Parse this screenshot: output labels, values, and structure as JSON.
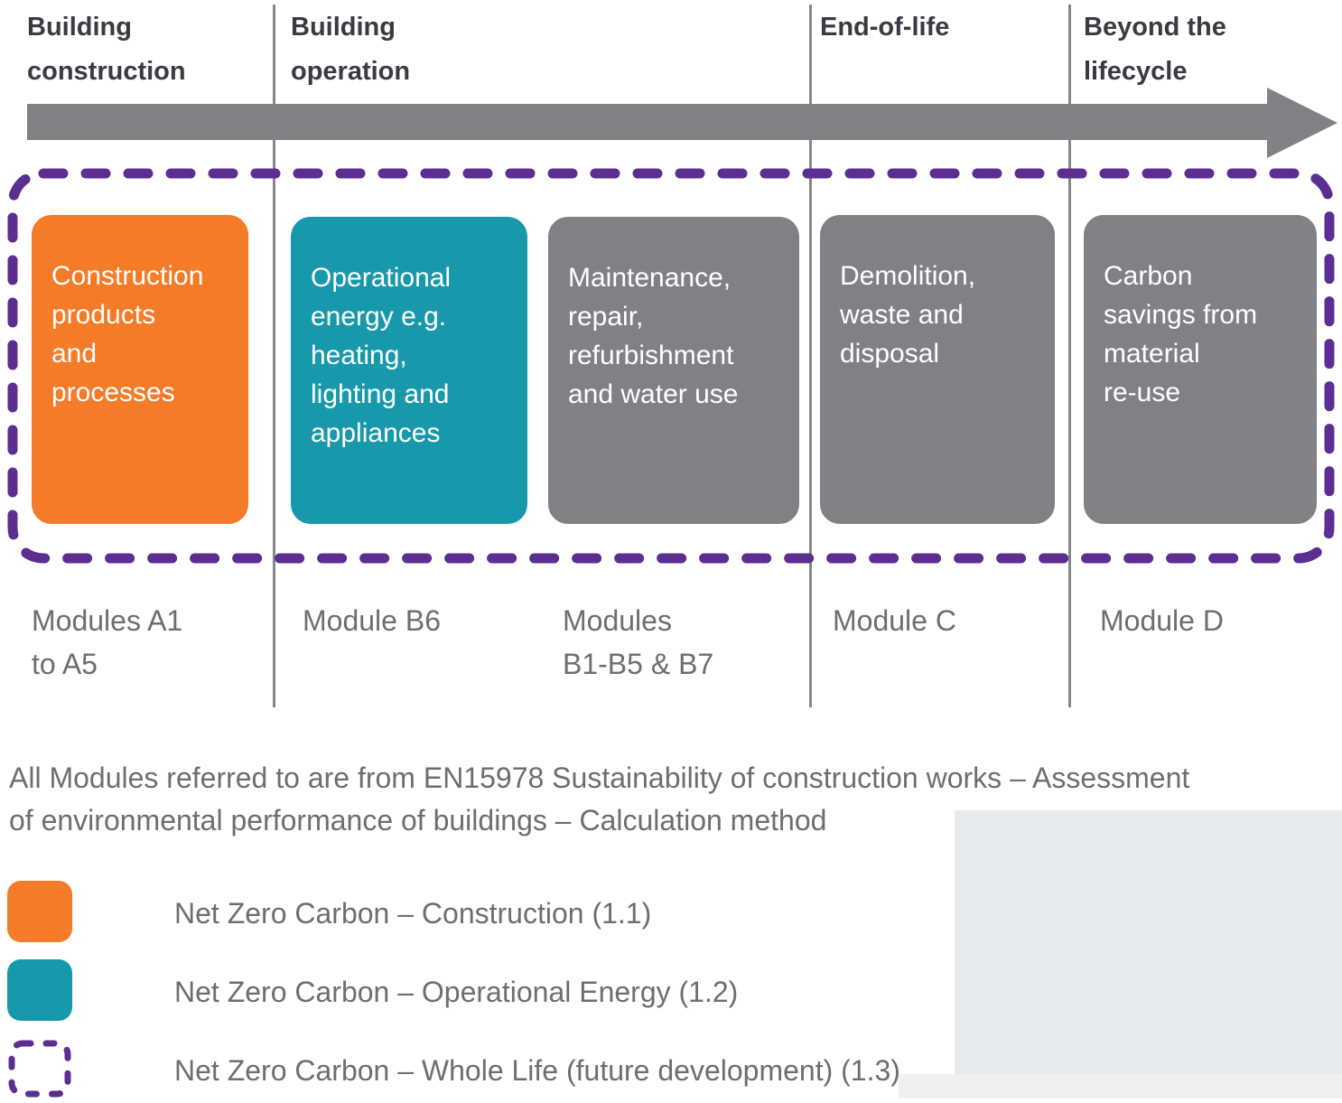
{
  "colors": {
    "construction_orange": "#F47B28",
    "operational_teal": "#1899AB",
    "card_gray": "#7F8185",
    "whole_life_purple": "#5C2E91",
    "arrow_gray": "#808285",
    "divider_gray": "#85878B",
    "header_text": "#3A3A42",
    "body_text": "#6D6E71",
    "card_text": "#FFFFFF"
  },
  "timeline": {
    "headers": [
      {
        "label": "Building\nconstruction"
      },
      {
        "label": "Building\noperation"
      },
      {
        "label": "End-of-life"
      },
      {
        "label": "Beyond the\nlifecycle"
      }
    ],
    "arrow": "right-arrow"
  },
  "cards": [
    {
      "text": "Construction\nproducts\nand\nprocesses",
      "color": "construction_orange"
    },
    {
      "text": "Operational\nenergy e.g.\nheating,\nlighting and\nappliances",
      "color": "operational_teal"
    },
    {
      "text": "Maintenance,\nrepair,\nrefurbishment\nand water use",
      "color": "card_gray"
    },
    {
      "text": "Demolition,\nwaste and\ndisposal",
      "color": "card_gray"
    },
    {
      "text": "Carbon\nsavings from\nmaterial\nre-use",
      "color": "card_gray"
    }
  ],
  "modules": [
    {
      "label": "Modules A1\nto A5"
    },
    {
      "label": "Module B6"
    },
    {
      "label": "Modules\nB1-B5 & B7"
    },
    {
      "label": "Module C"
    },
    {
      "label": "Module D"
    }
  ],
  "note": "All Modules referred to are from EN15978 Sustainability of construction works – Assessment\nof environmental performance of buildings – Calculation method",
  "legend": [
    {
      "swatch": "construction_orange",
      "label": "Net Zero Carbon – Construction (1.1)"
    },
    {
      "swatch": "operational_teal",
      "label": "Net Zero Carbon – Operational Energy (1.2)"
    },
    {
      "swatch": "whole_life_purple_dashed",
      "label": "Net Zero Carbon – Whole Life (future development) (1.3)"
    }
  ]
}
